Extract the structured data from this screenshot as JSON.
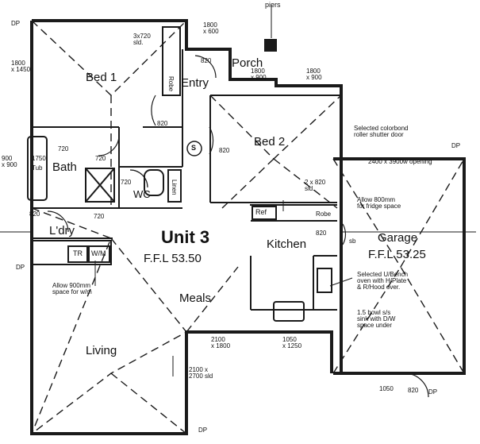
{
  "title": {
    "unit": "Unit 3",
    "ffl_unit": "F.F.L  53.50",
    "ffl_garage": "F.F.L  53.25"
  },
  "rooms": {
    "bed1": "Bed 1",
    "entry": "Entry",
    "porch": "Porch",
    "bed2": "Bed 2",
    "bath": "Bath",
    "wc": "WC",
    "ldry": "L'dry",
    "kitchen": "Kitchen",
    "garage": "Garage",
    "meals": "Meals",
    "living": "Living"
  },
  "fixtures": {
    "robe": "Robe",
    "tub": "Tub",
    "tr": "TR",
    "wm": "W/M",
    "ref": "Ref",
    "s_symbol": "S",
    "linen": "Linen"
  },
  "dimensions": {
    "piers": "piers",
    "dp": "DP",
    "d1800x600": "1800\nx 600",
    "d3x720": "3x720\nsld.",
    "d1800x1450": "1800\nx 1450",
    "d1800x900_porch": "1800\nx 900",
    "d1800x900_right": "1800\nx 900",
    "d820": "820",
    "d720": "720",
    "d900x900": "900\nx 900",
    "d1750": "1750",
    "d2x820": "2 x 820\nsld.",
    "d2100x1800": "2100\nx 1800",
    "d1050x1250": "1050\nx 1250",
    "d2100x2700": "2100 x\n2700 sld",
    "d1050x820": "1050",
    "opening": "2400 x 3900w opening",
    "sb": "sb"
  },
  "notes": {
    "colorbond": "Selected colorbond\nroller shutter door",
    "fridge": "Allow 800mm\nfor fridge space",
    "bench": "Selected U/Bench\noven with H/Plate\n& R/Hood over.",
    "sink": "1.5 bowl s/s\nsink with D/W\nspace under",
    "wm_space": "Allow 900mm\nspace for w/m"
  },
  "colors": {
    "ink": "#111111",
    "wall": "#1a1a1a",
    "paper": "#ffffff"
  }
}
